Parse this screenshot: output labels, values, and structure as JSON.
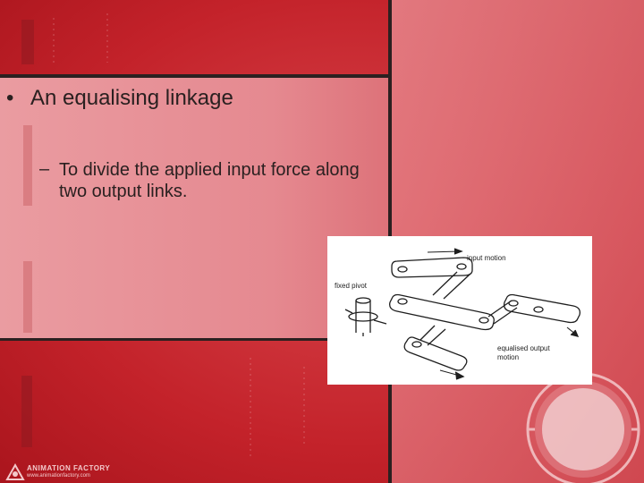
{
  "slide": {
    "bullet_symbol": "•",
    "bullet_text": "An equalising linkage",
    "sub_dash": "–",
    "sub_text": "To divide the applied input force along two output links."
  },
  "figure": {
    "label_input_motion": "input motion",
    "label_fixed_pivot": "fixed pivot",
    "label_equalised_line1": "equalised output",
    "label_equalised_line2": "motion"
  },
  "footer": {
    "brand": "ANIMATION FACTORY",
    "url": "www.animationfactory.com"
  },
  "colors": {
    "background_red": "#c8262e",
    "panel_pink": "#e6878d",
    "frame_dark": "#2b2020",
    "text": "#2a2020"
  }
}
